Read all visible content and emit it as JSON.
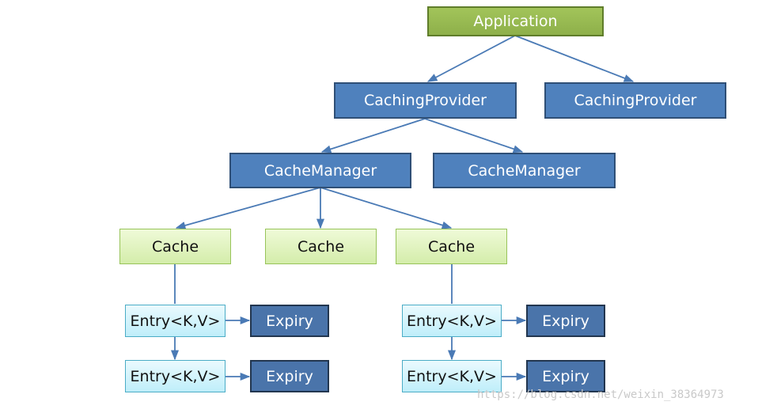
{
  "colors": {
    "connector": "#4a7ab5",
    "application_fill": "#9bbb59",
    "provider_fill": "#4f81bd",
    "cache_fill": "#e2f3c3",
    "entry_fill": "#d6f4fb",
    "expiry_fill": "#4a74aa"
  },
  "nodes": {
    "application": "Application",
    "providers": [
      "CachingProvider",
      "CachingProvider"
    ],
    "managers": [
      "CacheManager",
      "CacheManager"
    ],
    "caches": [
      "Cache",
      "Cache",
      "Cache"
    ],
    "entries": [
      "Entry<K,V>",
      "Entry<K,V>",
      "Entry<K,V>",
      "Entry<K,V>"
    ],
    "expiries": [
      "Expiry",
      "Expiry",
      "Expiry",
      "Expiry"
    ]
  },
  "watermark": "https://blog.csdn.net/weixin_38364973"
}
